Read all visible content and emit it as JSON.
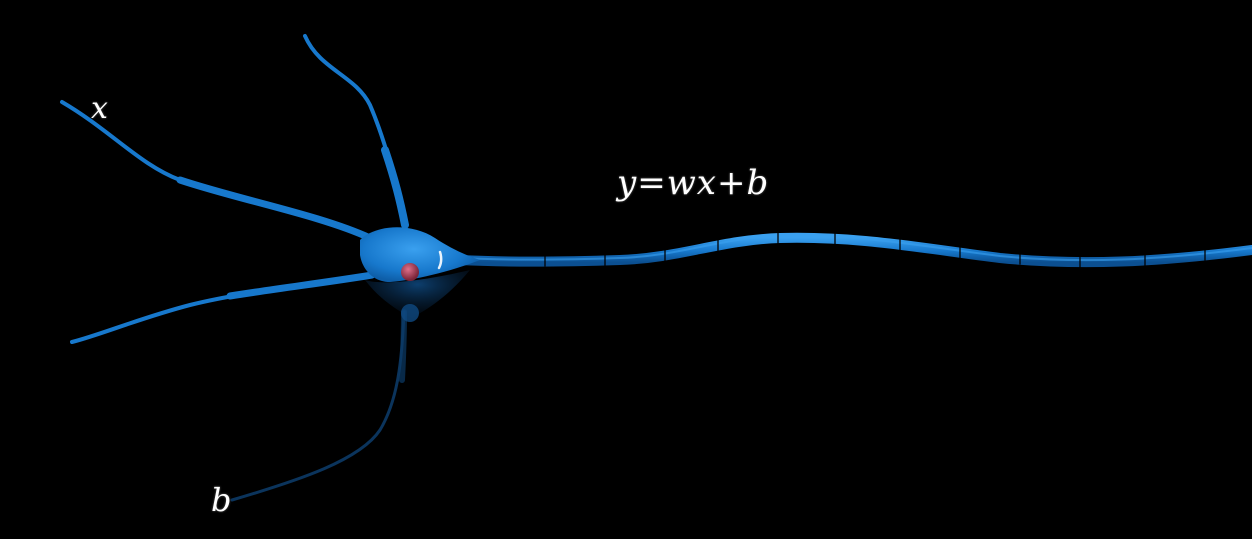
{
  "labels": {
    "input_x": "x",
    "input_b": "b",
    "equation": "y=wx+b"
  },
  "colors": {
    "background": "#000000",
    "neuron": "#1778cc",
    "neuron_highlight": "#3aa0ef",
    "reflection": "#0c3a66",
    "nucleus": "#b0455a",
    "text": "#ffffff"
  },
  "icons": {
    "neuron": "neuron-cell-icon"
  }
}
